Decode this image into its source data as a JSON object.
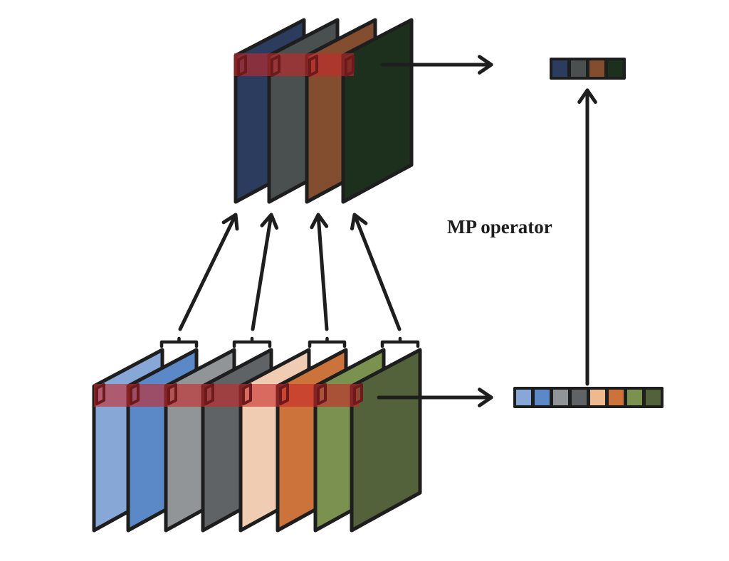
{
  "diagram": {
    "label": "MP operator",
    "input_maps": {
      "count": 8,
      "colors": [
        "#87a8d6",
        "#5b88c6",
        "#929597",
        "#606366",
        "#f0cdb2",
        "#cc723b",
        "#7b914f",
        "#53623a"
      ]
    },
    "output_maps": {
      "count": 4,
      "colors": [
        "#2b3c5f",
        "#4a4f50",
        "#834e30",
        "#1c301d"
      ]
    },
    "input_vector": {
      "cells": [
        "#87a8d6",
        "#5b88c6",
        "#929597",
        "#606366",
        "#efb98f",
        "#cc723b",
        "#7b914f",
        "#53623a"
      ]
    },
    "output_vector": {
      "cells": [
        "#2b3c5f",
        "#4a4f50",
        "#834e30",
        "#1c301d"
      ]
    },
    "groupings": [
      {
        "inputs": [
          0,
          1
        ],
        "output": 0
      },
      {
        "inputs": [
          2,
          3
        ],
        "output": 1
      },
      {
        "inputs": [
          4,
          5
        ],
        "output": 2
      },
      {
        "inputs": [
          6,
          7
        ],
        "output": 3
      }
    ],
    "highlight_color": "#c8282a"
  }
}
